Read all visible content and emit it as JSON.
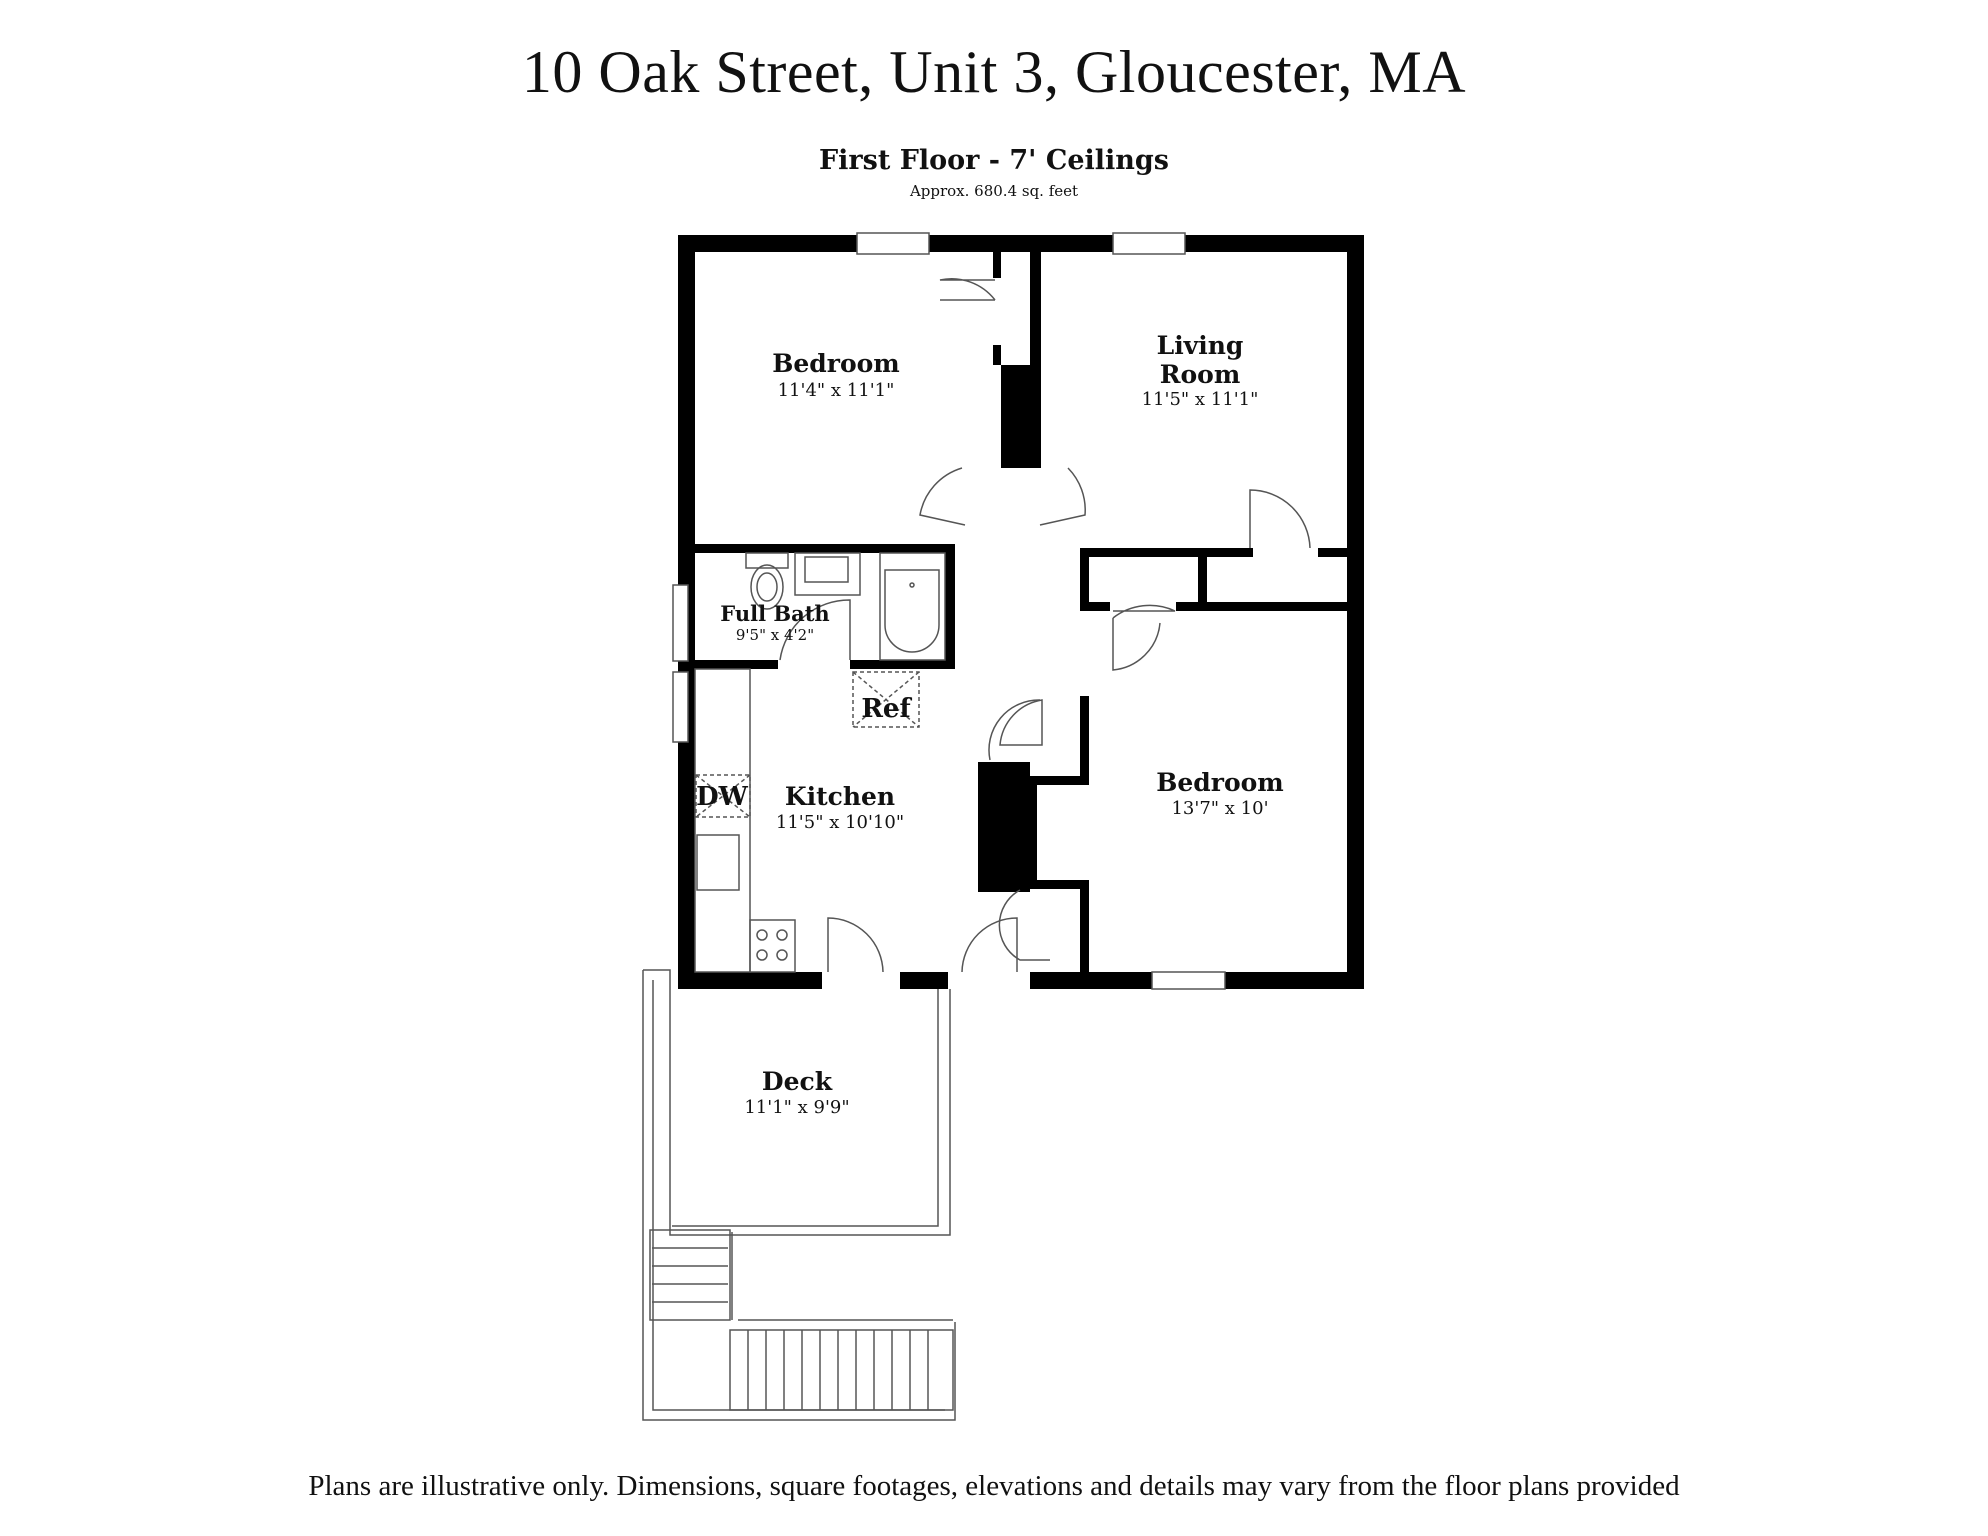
{
  "header": {
    "title": "10 Oak Street, Unit 3, Gloucester, MA",
    "floor_title": "First Floor - 7' Ceilings",
    "floor_area": "Approx. 680.4 sq. feet"
  },
  "rooms": {
    "bedroom_1": {
      "name": "Bedroom",
      "dims": "11'4\" x 11'1\""
    },
    "living_room": {
      "name_line1": "Living",
      "name_line2": "Room",
      "dims": "11'5\" x 11'1\""
    },
    "full_bath": {
      "name": "Full Bath",
      "dims": "9'5\" x 4'2\""
    },
    "kitchen": {
      "name": "Kitchen",
      "dims": "11'5\" x 10'10\""
    },
    "bedroom_2": {
      "name": "Bedroom",
      "dims": "13'7\" x 10'"
    },
    "deck": {
      "name": "Deck",
      "dims": "11'1\" x 9'9\""
    }
  },
  "fixtures": {
    "refrigerator": "Ref",
    "dishwasher": "DW"
  },
  "colors": {
    "wall": "#000000",
    "line": "#555555",
    "background": "#ffffff"
  },
  "footer": {
    "disclaimer": "Plans are illustrative only. Dimensions, square footages, elevations and details may vary from the floor plans provided"
  }
}
